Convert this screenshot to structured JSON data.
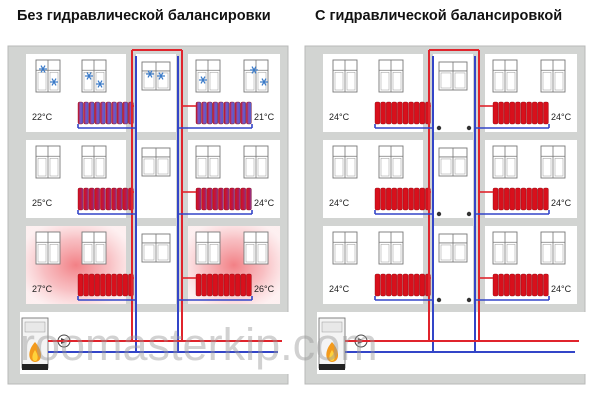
{
  "left": {
    "title": "Без гидравлической балансировки",
    "temps": [
      "22°C",
      "21°C",
      "25°C",
      "24°C",
      "27°C",
      "26°C"
    ]
  },
  "right": {
    "title": "С гидравлической балансировкой",
    "temps": [
      "24°C",
      "24°C",
      "24°C",
      "24°C",
      "24°C",
      "24°C"
    ]
  },
  "watermark": "roomasterkip.com",
  "colors": {
    "supply": "#e0242c",
    "return": "#3345c8",
    "radiator_hot": "#d8101c",
    "radiator_cold": "#6c5cc8",
    "wall": "#d2d4d2",
    "room": "#ffffff",
    "heat_glow": "#f4a0a4",
    "frost": "#3a7ac8"
  },
  "icons": [
    "snowflake-icon",
    "flame-icon",
    "pump-icon",
    "radiator-icon",
    "window-icon",
    "boiler-icon"
  ]
}
